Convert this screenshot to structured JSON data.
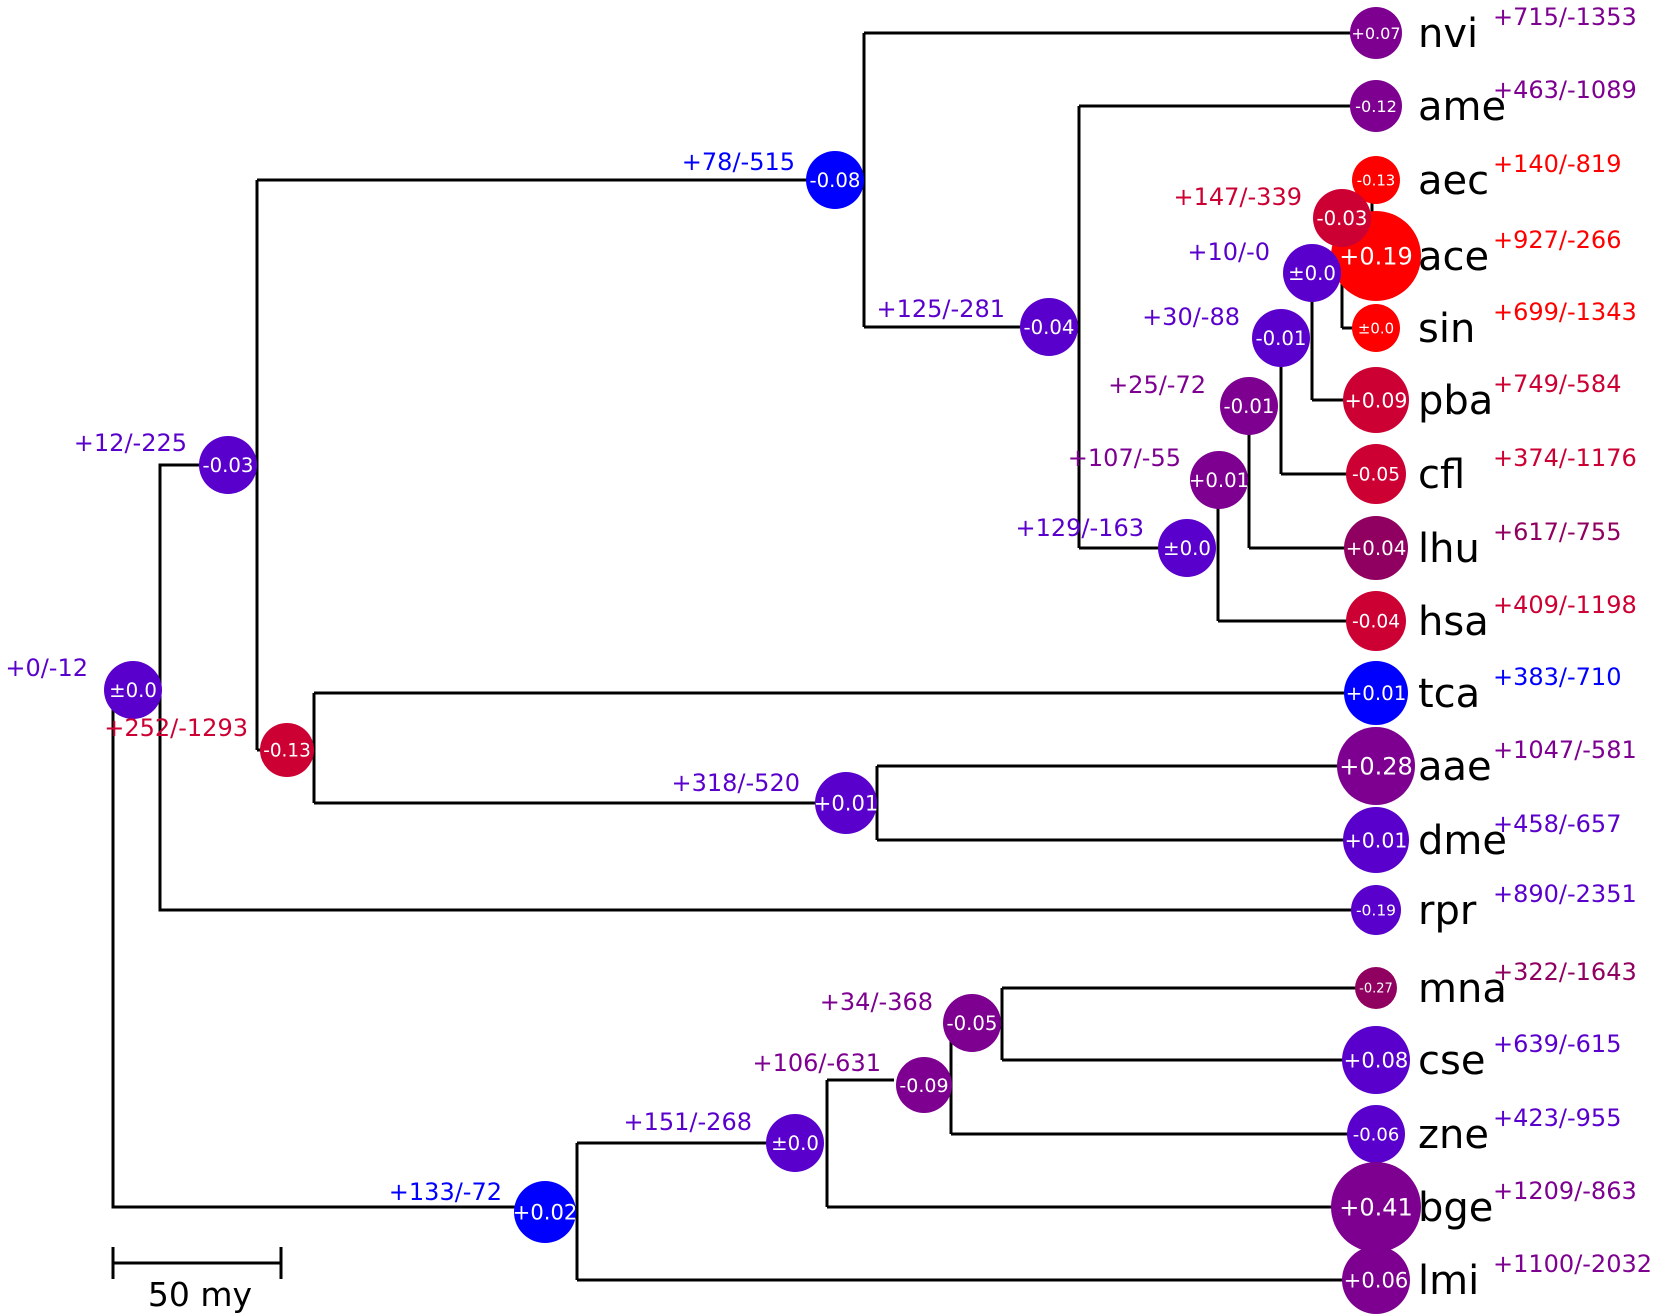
{
  "colors": {
    "branch": "#000000",
    "strong_gain": "#0000ff",
    "violet": "#5a00cc",
    "purple": "#7d0090",
    "crimson": "#cc0033",
    "red": "#ff0000"
  },
  "scale_bar": {
    "label": "50 my"
  },
  "leaves": [
    {
      "name": "nvi",
      "node_value": "+0.07",
      "counts": "+715/-1353",
      "color": "#7d0090",
      "counts_color": "#7d0090"
    },
    {
      "name": "ame",
      "node_value": "-0.12",
      "counts": "+463/-1089",
      "color": "#7d0090",
      "counts_color": "#7d0090"
    },
    {
      "name": "aec",
      "node_value": "-0.13",
      "counts": "+140/-819",
      "color": "#ff0000",
      "counts_color": "#ff0000"
    },
    {
      "name": "ace",
      "node_value": "+0.19",
      "counts": "+927/-266",
      "color": "#ff0000",
      "counts_color": "#ff0000"
    },
    {
      "name": "sin",
      "node_value": "±0.0",
      "counts": "+699/-1343",
      "color": "#ff0000",
      "counts_color": "#ff0000"
    },
    {
      "name": "pba",
      "node_value": "+0.09",
      "counts": "+749/-584",
      "color": "#cc0033",
      "counts_color": "#cc0033"
    },
    {
      "name": "cfl",
      "node_value": "-0.05",
      "counts": "+374/-1176",
      "color": "#cc0033",
      "counts_color": "#cc0033"
    },
    {
      "name": "lhu",
      "node_value": "+0.04",
      "counts": "+617/-755",
      "color": "#900060",
      "counts_color": "#900060"
    },
    {
      "name": "hsa",
      "node_value": "-0.04",
      "counts": "+409/-1198",
      "color": "#cc0033",
      "counts_color": "#cc0033"
    },
    {
      "name": "tca",
      "node_value": "+0.01",
      "counts": "+383/-710",
      "color": "#0000ff",
      "counts_color": "#0000ff"
    },
    {
      "name": "aae",
      "node_value": "+0.28",
      "counts": "+1047/-581",
      "color": "#7d0090",
      "counts_color": "#7d0090"
    },
    {
      "name": "dme",
      "node_value": "+0.01",
      "counts": "+458/-657",
      "color": "#5a00cc",
      "counts_color": "#5a00cc"
    },
    {
      "name": "rpr",
      "node_value": "-0.19",
      "counts": "+890/-2351",
      "color": "#5a00cc",
      "counts_color": "#5a00cc"
    },
    {
      "name": "mna",
      "node_value": "-0.27",
      "counts": "+322/-1643",
      "color": "#900060",
      "counts_color": "#900060"
    },
    {
      "name": "cse",
      "node_value": "+0.08",
      "counts": "+639/-615",
      "color": "#5a00cc",
      "counts_color": "#5a00cc"
    },
    {
      "name": "zne",
      "node_value": "-0.06",
      "counts": "+423/-955",
      "color": "#5a00cc",
      "counts_color": "#5a00cc"
    },
    {
      "name": "bge",
      "node_value": "+0.41",
      "counts": "+1209/-863",
      "color": "#7d0090",
      "counts_color": "#7d0090"
    },
    {
      "name": "lmi",
      "node_value": "+0.06",
      "counts": "+1100/-2032",
      "color": "#7d0090",
      "counts_color": "#7d0090"
    }
  ],
  "internal_nodes": [
    {
      "id": "root",
      "node_value": "±0.0",
      "counts": "+0/-12",
      "color": "#5a00cc"
    },
    {
      "id": "insects_a",
      "node_value": "-0.03",
      "counts": "+12/-225",
      "color": "#5a00cc"
    },
    {
      "id": "holometabola",
      "node_value": "-0.13",
      "counts": "+252/-1293",
      "color": "#cc0033"
    },
    {
      "id": "hymenoptera",
      "node_value": "-0.08",
      "counts": "+78/-515",
      "color": "#0000ff"
    },
    {
      "id": "aculeata",
      "node_value": "-0.04",
      "counts": "+125/-281",
      "color": "#5a00cc"
    },
    {
      "id": "formicidae",
      "node_value": "±0.0",
      "counts": "+129/-163",
      "color": "#5a00cc"
    },
    {
      "id": "ants_b",
      "node_value": "+0.01",
      "counts": "+107/-55",
      "color": "#7d0090"
    },
    {
      "id": "ants_c",
      "node_value": "-0.01",
      "counts": "+25/-72",
      "color": "#7d0090"
    },
    {
      "id": "ants_d",
      "node_value": "-0.01",
      "counts": "+30/-88",
      "color": "#5a00cc"
    },
    {
      "id": "ants_e",
      "node_value": "±0.0",
      "counts": "+10/-0",
      "color": "#5a00cc"
    },
    {
      "id": "attini",
      "node_value": "-0.03",
      "counts": "+147/-339",
      "color": "#cc0033"
    },
    {
      "id": "diptera",
      "node_value": "+0.01",
      "counts": "+318/-520",
      "color": "#5a00cc"
    },
    {
      "id": "polyneoptera",
      "node_value": "+0.02",
      "counts": "+133/-72",
      "color": "#0000ff"
    },
    {
      "id": "dictyoptera_etc",
      "node_value": "±0.0",
      "counts": "+151/-268",
      "color": "#5a00cc"
    },
    {
      "id": "termites_a",
      "node_value": "-0.09",
      "counts": "+106/-631",
      "color": "#7d0090"
    },
    {
      "id": "termites_b",
      "node_value": "-0.05",
      "counts": "+34/-368",
      "color": "#7d0090"
    }
  ]
}
